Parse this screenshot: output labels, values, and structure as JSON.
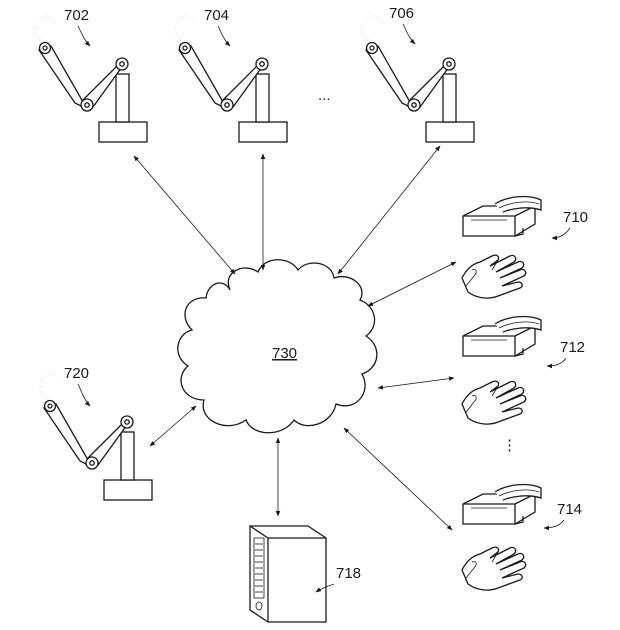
{
  "labels": {
    "robot_1": "702",
    "robot_2": "704",
    "robot_3": "706",
    "robot_4": "720",
    "user_1": "710",
    "user_2": "712",
    "user_3": "714",
    "server": "718",
    "network": "730",
    "ellipsis_robots": "...",
    "ellipsis_users": "⋮"
  }
}
